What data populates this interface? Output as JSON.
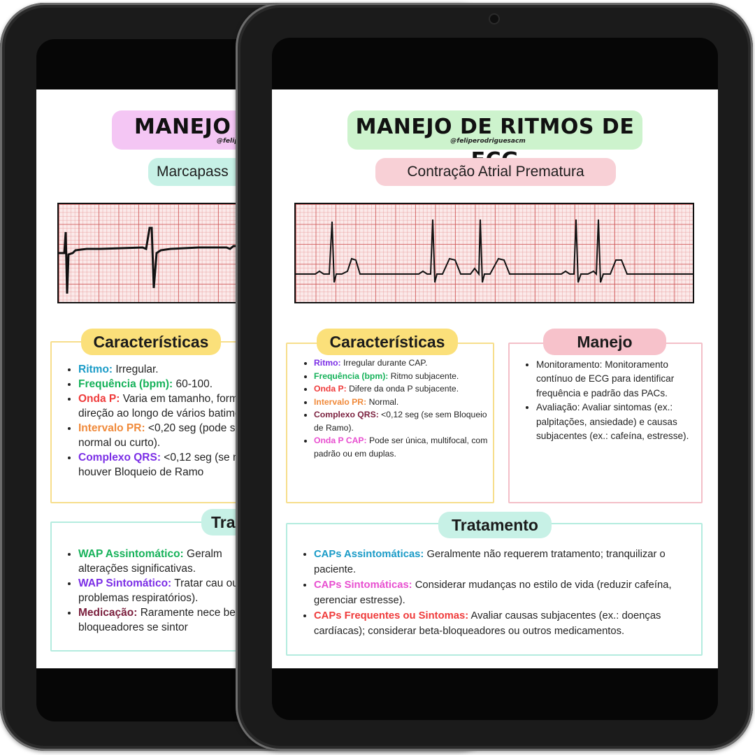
{
  "colors": {
    "teal": "#1a9bc7",
    "green": "#16b25a",
    "red": "#ef3b3b",
    "orange": "#f08a3b",
    "purple": "#7b2ee6",
    "maroon": "#7a1f3d",
    "pink": "#e84fd0"
  },
  "back": {
    "title": "MANEJO DE",
    "handle": "@feliper",
    "subtitle": "Marcapass",
    "caracteristicas_title": "Características",
    "caracteristicas": [
      {
        "key": "Ritmo:",
        "text": " Irregular."
      },
      {
        "key": "Frequência (bpm):",
        "text": " 60-100."
      },
      {
        "key": "Onda P:",
        "text": " Varia em tamanho, forma e direção ao longo de vários batimentos."
      },
      {
        "key": "Intervalo PR:",
        "text": " <0,20 seg (pode ser normal ou curto)."
      },
      {
        "key": "Complexo QRS:",
        "text": " <0,12 seg (se não houver Bloqueio de Ramo"
      }
    ],
    "tratamento_title": "Tra",
    "tratamento": [
      {
        "key": "WAP Assintomático:",
        "text": " Geralm alterações significativas."
      },
      {
        "key": "WAP Sintomático:",
        "text": " Tratar cau ou problemas respiratórios)."
      },
      {
        "key": "Medicação:",
        "text": " Raramente nece beta-bloqueadores se sintor"
      }
    ]
  },
  "front": {
    "title": "MANEJO DE RITMOS DE ECG",
    "handle": "@feliperodriguesacm",
    "subtitle": "Contração Atrial Prematura",
    "caracteristicas_title": "Características",
    "caracteristicas": [
      {
        "key": "Ritmo:",
        "text": " Irregular durante CAP."
      },
      {
        "key": "Frequência (bpm):",
        "text": " Ritmo subjacente."
      },
      {
        "key": "Onda P:",
        "text": " Difere da onda P subjacente."
      },
      {
        "key": "Intervalo PR:",
        "text": " Normal."
      },
      {
        "key": "Complexo QRS:",
        "text": " <0,12 seg (se sem Bloqueio de Ramo)."
      },
      {
        "key": "Onda P CAP:",
        "text": " Pode ser única, multifocal, com padrão ou em duplas."
      }
    ],
    "manejo_title": "Manejo",
    "manejo": [
      "Monitoramento: Monitoramento contínuo de ECG para identificar frequência e padrão das PACs.",
      "Avaliação: Avaliar sintomas (ex.: palpitações, ansiedade) e causas subjacentes (ex.: cafeína, estresse)."
    ],
    "tratamento_title": "Tratamento",
    "tratamento": [
      {
        "key": "CAPs Assintomáticas:",
        "text": " Geralmente não requerem tratamento; tranquilizar o paciente."
      },
      {
        "key": "CAPs Sintomáticas:",
        "text": " Considerar mudanças no estilo de vida (reduzir cafeína, gerenciar estresse)."
      },
      {
        "key": "CAPs Frequentes ou Sintomas:",
        "text": " Avaliar causas subjacentes (ex.: doenças cardíacas); considerar beta-bloqueadores ou outros medicamentos."
      }
    ]
  }
}
